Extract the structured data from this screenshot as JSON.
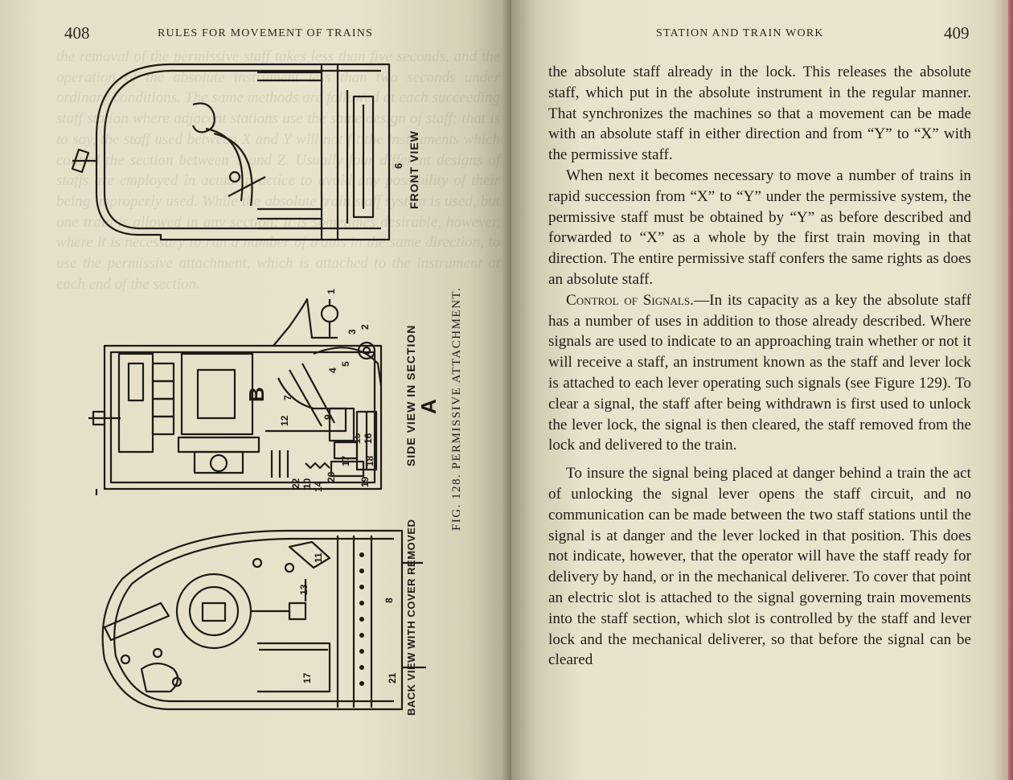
{
  "left_page": {
    "page_number": "408",
    "running_head": "RULES FOR MOVEMENT OF TRAINS",
    "figure": {
      "caption": "FIG. 128. PERMISSIVE ATTACHMENT.",
      "front_view": {
        "label": "FRONT VIEW",
        "callouts": [
          "6"
        ]
      },
      "side_view": {
        "label": "SIDE VIEW IN SECTION",
        "section_letter": "A",
        "part_letter": "B",
        "callouts": [
          "1",
          "2",
          "3",
          "4",
          "5",
          "7",
          "9",
          "12",
          "14",
          "15",
          "16",
          "17",
          "18",
          "19",
          "20",
          "22",
          "10"
        ]
      },
      "back_view": {
        "label": "BACK VIEW WITH COVER REMOVED",
        "callouts": [
          "8",
          "11",
          "13",
          "17",
          "21"
        ]
      }
    }
  },
  "right_page": {
    "page_number": "409",
    "running_head": "STATION AND TRAIN WORK",
    "paragraphs": [
      {
        "indent": false,
        "text": "the absolute staff already in the lock. This releases the absolute staff, which put in the absolute instrument in the regular manner. That synchronizes the machines so that a movement can be made with an absolute staff in either direction and from “Y” to “X” with the permissive staff."
      },
      {
        "indent": true,
        "text": "When next it becomes necessary to move a number of trains in rapid succession from “X” to “Y” under the permissive system, the permissive staff must be obtained by “Y” as before described and forwarded to “X” as a whole by the first train moving in that direction. The entire permissive staff confers the same rights as does an absolute staff."
      },
      {
        "indent": true,
        "heading": "Control of Signals.",
        "text": "—In its capacity as a key the absolute staff has a number of uses in addition to those already described. Where signals are used to indicate to an approaching train whether or not it will receive a staff, an instrument known as the staff and lever lock is attached to each lever operating such signals (see Figure 129). To clear a signal, the staff after being withdrawn is first used to unlock the lever lock, the signal is then cleared, the staff removed from the lock and delivered to the train."
      },
      {
        "indent": true,
        "text": "To insure the signal being placed at danger behind a train the act of unlocking the signal lever opens the staff circuit, and no communication can be made between the two staff stations until the signal is at danger and the lever locked in that position. This does not indicate, however, that the operator will have the staff ready for delivery by hand, or in the mechanical deliverer. To cover that point an electric slot is attached to the signal governing train movements into the staff section, which slot is controlled by the staff and lever lock and the mechanical deliverer, so that before the signal can be cleared"
      }
    ]
  }
}
